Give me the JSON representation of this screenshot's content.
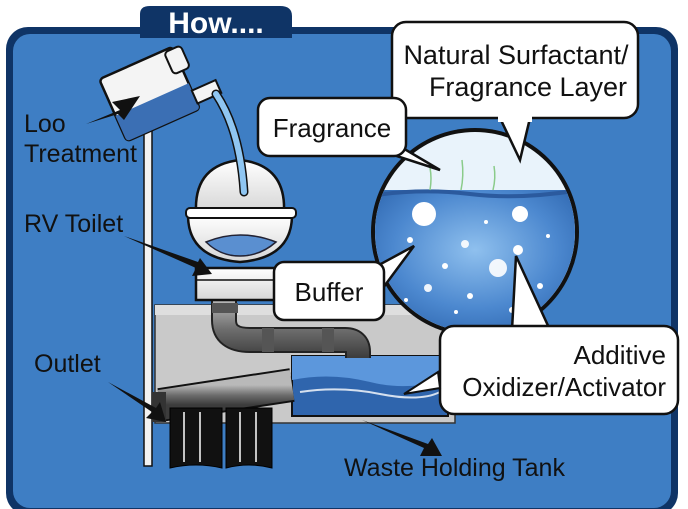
{
  "header": {
    "title": "How...."
  },
  "labels": {
    "loo_treatment_line1": "Loo",
    "loo_treatment_line2": "Treatment",
    "rv_toilet": "RV Toilet",
    "outlet": "Outlet",
    "waste_holding_tank": "Waste Holding Tank"
  },
  "callouts": {
    "natural_surfactant_line1": "Natural Surfactant/",
    "natural_surfactant_line2": "Fragrance Layer",
    "fragrance": "Fragrance",
    "buffer": "Buffer",
    "additive_line1": "Additive",
    "additive_line2": "Oxidizer/Activator"
  },
  "colors": {
    "frame_border": "#0f3466",
    "panel_blue": "#3e7ec4",
    "water_blue": "#3a74bf",
    "gray": "#c9c9c9",
    "dark_gray": "#7d7d7d",
    "black": "#111111",
    "white": "#ffffff"
  }
}
